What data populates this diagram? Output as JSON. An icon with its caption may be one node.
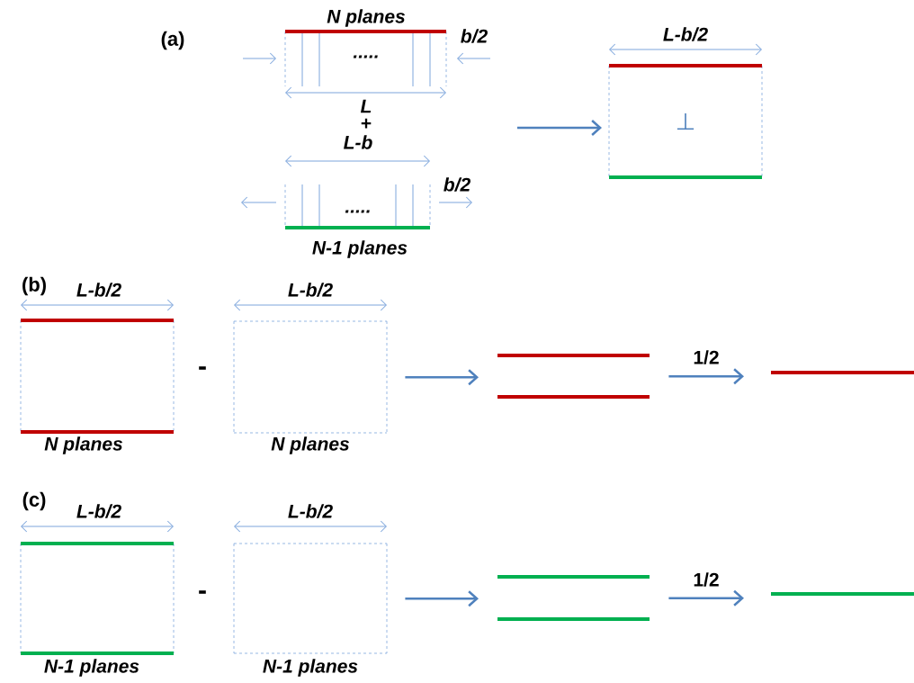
{
  "diagram": {
    "nodes": [
      {
        "text": [
          "N planes",
          "....."
        ]
      },
      {
        "text": [
          ".....",
          "N-1  planes"
        ]
      },
      {
        "text": [
          "⊥"
        ]
      },
      {
        "text": [
          "N planes"
        ]
      },
      {
        "text": [
          "N planes"
        ]
      },
      {
        "text": [],
        "shape": "bar"
      },
      {
        "text": [],
        "shape": "bar"
      },
      {
        "text": [
          "N-1 planes"
        ]
      },
      {
        "text": [
          "N-1 planes"
        ]
      },
      {
        "text": [],
        "shape": "bar"
      },
      {
        "text": [],
        "shape": "bar"
      }
    ],
    "edges": [
      {
        "from": null,
        "to": 2,
        "arrow": "to"
      },
      {
        "from": 4,
        "to": 5,
        "arrow": "to"
      },
      {
        "from": 5,
        "to": 6,
        "arrow": "to",
        "label": "1/2"
      },
      {
        "from": 8,
        "to": 9,
        "arrow": "to"
      },
      {
        "from": 9,
        "to": 10,
        "arrow": "to",
        "label": "1/2"
      }
    ],
    "labels": [
      "(a)",
      "b/2",
      "L-b/2",
      "L",
      "+",
      "L-b",
      "b/2",
      "(b)",
      "L-b/2",
      "L-b/2",
      "-",
      "(c)",
      "L-b/2",
      "L-b/2",
      "-"
    ]
  }
}
